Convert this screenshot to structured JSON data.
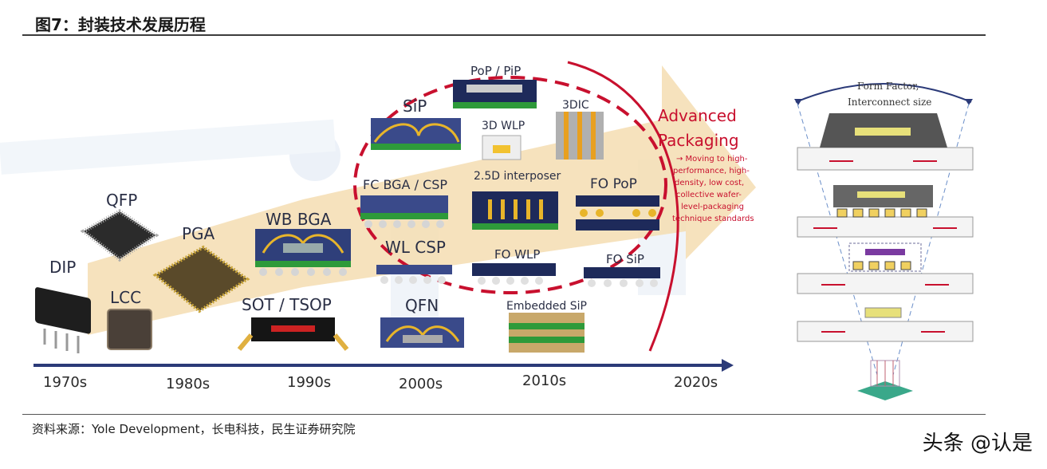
{
  "title": "图7：封装技术发展历程",
  "source": "资料来源：Yole Development，长电科技，民生证券研究院",
  "watermark": "头条 @认是",
  "decades": [
    "1970s",
    "1980s",
    "1990s",
    "2000s",
    "2010s",
    "2020s"
  ],
  "packages": {
    "dip": "DIP",
    "qfp": "QFP",
    "lcc": "LCC",
    "pga": "PGA",
    "wb_bga": "WB BGA",
    "sot_tsop": "SOT / TSOP",
    "sip": "SiP",
    "fc_bga_csp": "FC BGA / CSP",
    "wl_csp": "WL CSP",
    "qfn": "QFN",
    "pop_pip": "PoP / PiP",
    "wlp_3d": "3D WLP",
    "ic_3d": "3DIC",
    "interposer_25d": "2.5D interposer",
    "fo_pop": "FO PoP",
    "fo_wlp": "FO WLP",
    "fo_sip": "FO SiP",
    "embedded_sip": "Embedded SiP"
  },
  "advanced": {
    "line1": "Advanced",
    "line2": "Packaging",
    "note": [
      "→ Moving to high-",
      "performance, high-",
      "density, low cost,",
      "collective wafer-",
      "level-packaging",
      "technique standards"
    ]
  },
  "form_factor": {
    "line1": "Form Factor,",
    "line2": "Interconnect size"
  },
  "colors": {
    "accent_red": "#c8102e",
    "timeline_blue": "#2b3a78",
    "arrow_fill": "#f4ddb2"
  }
}
